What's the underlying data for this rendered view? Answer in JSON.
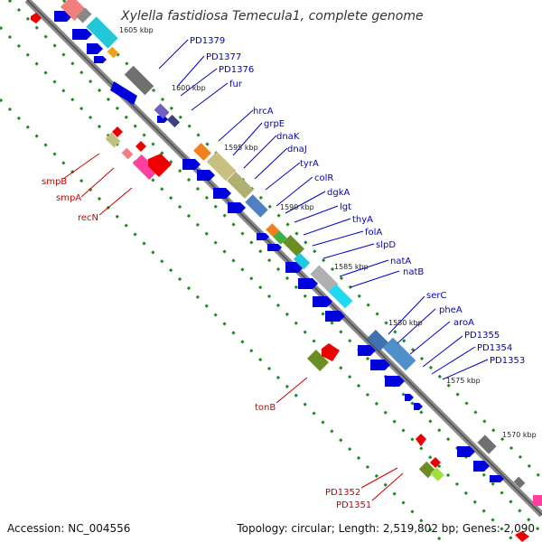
{
  "title": "Xylella fastidiosa Temecula1, complete genome",
  "footer": {
    "accession": "Accession: NC_004556",
    "summary": "Topology: circular; Length: 2,519,802 bp; Genes: 2,090"
  },
  "scale_labels": [
    "1605 kbp",
    "1600 kbp",
    "1595 kbp",
    "1590 kbp",
    "1585 kbp",
    "1580 kbp",
    "1575 kbp",
    "1570 kbp"
  ],
  "gene_labels_blue": [
    "PD1379",
    "PD1377",
    "PD1376",
    "fur",
    "hrcA",
    "grpE",
    "dnaK",
    "dnaJ",
    "tyrA",
    "colR",
    "dgkA",
    "lgt",
    "thyA",
    "folA",
    "slpD",
    "natA",
    "natB",
    "serC",
    "pheA",
    "aroA",
    "PD1355",
    "PD1354",
    "PD1353"
  ],
  "gene_labels_red": [
    "smpB",
    "smpA",
    "recN",
    "tonB",
    "PD1352",
    "PD1351"
  ],
  "colors": {
    "backbone": "#8a8a8a",
    "gene_blue": "#0000dd",
    "gene_red": "#ee0000",
    "label_blue": "#0000cc",
    "label_red": "#cc0000",
    "tick": "#1f8a1f"
  }
}
